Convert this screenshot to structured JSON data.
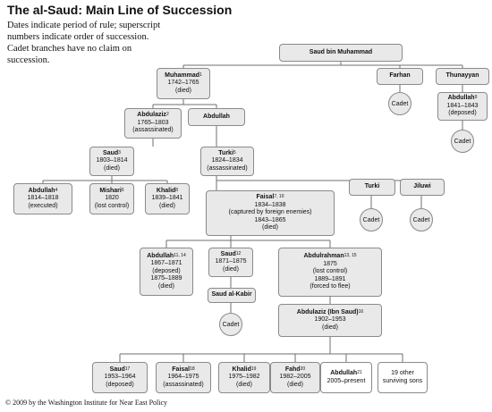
{
  "title": "The al-Saud: Main Line of Succession",
  "note": "Dates indicate period of rule; superscript numbers indicate order of succession. Cadet branches have no claim on succession.",
  "footer": "© 2009 by the Washington Institute for Near East Policy",
  "colors": {
    "box_fill": "#e9e9e9",
    "box_border": "#8a8a8a",
    "line": "#6f6f6f"
  },
  "nodes": [
    {
      "id": "saud-bin-muhammad",
      "name": "Saud bin Muhammad",
      "sup": "",
      "lines": []
    },
    {
      "id": "muhammad",
      "name": "Muhammad",
      "sup": "1",
      "lines": [
        "1742–1765",
        "(died)"
      ]
    },
    {
      "id": "farhan",
      "name": "Farhan",
      "sup": "",
      "lines": []
    },
    {
      "id": "thunayyan",
      "name": "Thunayyan",
      "sup": "",
      "lines": []
    },
    {
      "id": "abdulaziz",
      "name": "Abdulaziz",
      "sup": "2",
      "lines": [
        "1765–1803",
        "(assassinated)"
      ]
    },
    {
      "id": "abdullah-a",
      "name": "Abdullah",
      "sup": "",
      "lines": []
    },
    {
      "id": "abdullah-thunayyan",
      "name": "Abdullah",
      "sup": "9",
      "lines": [
        "1841–1843",
        "(deposed)"
      ]
    },
    {
      "id": "saud-3",
      "name": "Saud",
      "sup": "3",
      "lines": [
        "1803–1814",
        "(died)"
      ]
    },
    {
      "id": "turki",
      "name": "Turki",
      "sup": "5",
      "lines": [
        "1824–1834",
        "(assassinated)"
      ]
    },
    {
      "id": "abdullah-4",
      "name": "Abdullah",
      "sup": "4",
      "lines": [
        "1814–1818",
        "(executed)"
      ]
    },
    {
      "id": "mishari",
      "name": "Mishari",
      "sup": "6",
      "lines": [
        "1820",
        "(lost control)"
      ]
    },
    {
      "id": "khalid-8",
      "name": "Khalid",
      "sup": "8",
      "lines": [
        "1839–1841",
        "(died)"
      ]
    },
    {
      "id": "faisal",
      "name": "Faisal",
      "sup": "7, 10",
      "lines": [
        "1834–1838",
        "(captured by foreign enemies)",
        "1843–1865",
        "(died)"
      ]
    },
    {
      "id": "turki-cadet",
      "name": "Turki",
      "sup": "",
      "lines": []
    },
    {
      "id": "jiluwi",
      "name": "Jiluwi",
      "sup": "",
      "lines": []
    },
    {
      "id": "abdullah-11",
      "name": "Abdullah",
      "sup": "11, 14",
      "lines": [
        "1867–1871",
        "(deposed)",
        "1875–1889",
        "(died)"
      ]
    },
    {
      "id": "saud-12",
      "name": "Saud",
      "sup": "12",
      "lines": [
        "1871–1875",
        "(died)"
      ]
    },
    {
      "id": "abdulrahman",
      "name": "Abdulrahman",
      "sup": "13, 15",
      "lines": [
        "1875",
        "(lost control)",
        "1889–1891",
        "(forced to flee)"
      ]
    },
    {
      "id": "saud-al-kabir",
      "name": "Saud al-Kabir",
      "sup": "",
      "lines": []
    },
    {
      "id": "ibn-saud",
      "name": "Abdulaziz (Ibn Saud)",
      "sup": "16",
      "lines": [
        "1902–1953",
        "(died)"
      ]
    },
    {
      "id": "saud-17",
      "name": "Saud",
      "sup": "17",
      "lines": [
        "1953–1964",
        "(deposed)"
      ]
    },
    {
      "id": "faisal-18",
      "name": "Faisal",
      "sup": "18",
      "lines": [
        "1964–1975",
        "(assassinated)"
      ]
    },
    {
      "id": "khalid-19",
      "name": "Khalid",
      "sup": "19",
      "lines": [
        "1975–1982",
        "(died)"
      ]
    },
    {
      "id": "fahd",
      "name": "Fahd",
      "sup": "20",
      "lines": [
        "1982–2005",
        "(died)"
      ]
    },
    {
      "id": "abdullah-21",
      "name": "Abdullah",
      "sup": "21",
      "lines": [
        "2005–present"
      ]
    },
    {
      "id": "other-sons",
      "name": "",
      "sup": "",
      "lines": [
        "19 other",
        "surviving sons"
      ]
    }
  ],
  "cadets": [
    {
      "id": "cadet-farhan",
      "label": "Cadet"
    },
    {
      "id": "cadet-thunayyan",
      "label": "Cadet"
    },
    {
      "id": "cadet-turki",
      "label": "Cadet"
    },
    {
      "id": "cadet-jiluwi",
      "label": "Cadet"
    },
    {
      "id": "cadet-saud-al-kabir",
      "label": "Cadet"
    }
  ]
}
